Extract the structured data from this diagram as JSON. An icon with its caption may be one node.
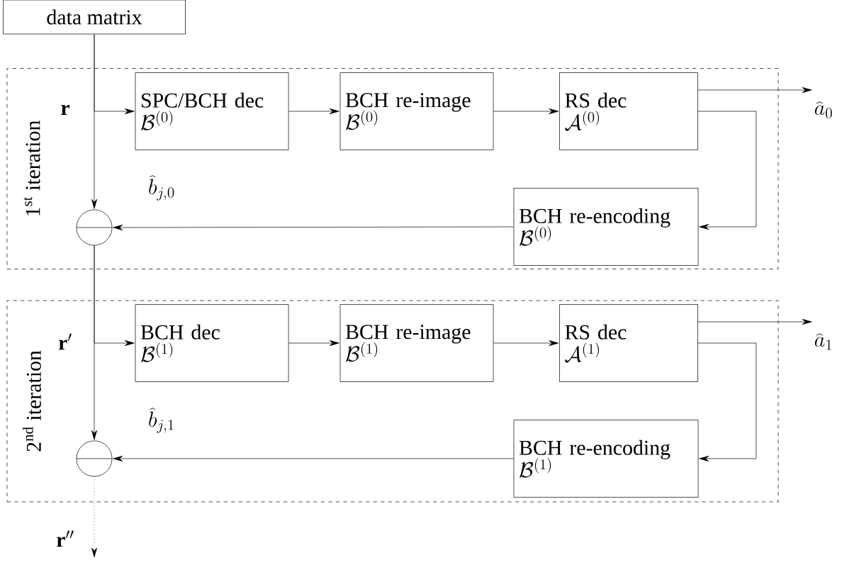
{
  "diagram": {
    "nodes": [
      {
        "text": [
          "data matrix"
        ]
      },
      {
        "text": [
          "1$^{st}$ iteration"
        ]
      },
      {
        "text": [
          "SPC/BCH dec",
          "\\mathcal{B}^{(0)}"
        ],
        "in": 1
      },
      {
        "text": [
          "BCH re-image",
          "\\mathcal{B}^{(0)}"
        ],
        "in": 1
      },
      {
        "text": [
          "RS dec",
          "\\mathcal{A}^{(0)}"
        ],
        "in": 1
      },
      {
        "text": [
          "BCH re-encoding",
          "\\mathcal{B}^{(0)}"
        ],
        "in": 1
      },
      {
        "text": [],
        "shape": "circle",
        "in": 1
      },
      {
        "text": [
          "2$^{nd}$ iteration"
        ]
      },
      {
        "text": [
          "BCH dec",
          "\\mathcal{B}^{(1)}"
        ],
        "in": 7
      },
      {
        "text": [
          "BCH re-image",
          "\\mathcal{B}^{(1)}"
        ],
        "in": 7
      },
      {
        "text": [
          "RS dec",
          "\\mathcal{A}^{(1)}"
        ],
        "in": 7
      },
      {
        "text": [
          "BCH re-encoding",
          "\\mathcal{B}^{(1)}"
        ],
        "in": 7
      },
      {
        "text": [],
        "shape": "circle",
        "in": 7
      },
      {
        "text": [
          "\\widehat{a}_0"
        ]
      },
      {
        "text": [
          "\\widehat{a}_1"
        ]
      }
    ],
    "edges": [
      {
        "from": 0,
        "to": 6,
        "arrow": "to"
      },
      {
        "from": 0,
        "to": 2,
        "arrow": "to",
        "label": "\\mathbf{r}"
      },
      {
        "from": 2,
        "to": 3,
        "arrow": "to"
      },
      {
        "from": 3,
        "to": 4,
        "arrow": "to"
      },
      {
        "from": 4,
        "to": 13,
        "arrow": "to"
      },
      {
        "from": 4,
        "to": 5,
        "arrow": "to"
      },
      {
        "from": 5,
        "to": 6,
        "arrow": "to",
        "label": "\\widehat{b}_{j,0}"
      },
      {
        "from": 6,
        "to": 12,
        "arrow": "to"
      },
      {
        "from": 6,
        "to": 8,
        "arrow": "to",
        "label": "\\mathbf{r}'"
      },
      {
        "from": 8,
        "to": 9,
        "arrow": "to"
      },
      {
        "from": 9,
        "to": 10,
        "arrow": "to"
      },
      {
        "from": 10,
        "to": 14,
        "arrow": "to"
      },
      {
        "from": 10,
        "to": 11,
        "arrow": "to"
      },
      {
        "from": 11,
        "to": 12,
        "arrow": "to",
        "label": "\\widehat{b}_{j,1}"
      },
      {
        "from": 12,
        "to": null,
        "arrow": "to",
        "style": "dashed",
        "label": "\\mathbf{r}''"
      }
    ]
  }
}
